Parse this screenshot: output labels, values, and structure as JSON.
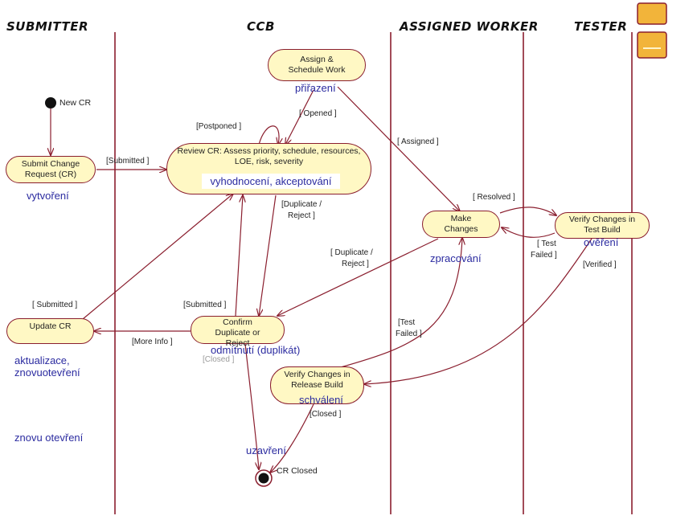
{
  "lanes": {
    "submitter": "SUBMITTER",
    "ccb": "CCB",
    "assigned_worker": "ASSIGNED WORKER",
    "tester": "TESTER"
  },
  "states": {
    "assign": "Assign & Schedule Work",
    "review": "Review CR: Assess priority, schedule, resources, LOE, risk, severity",
    "submit": "Submit Change Request (CR)",
    "make": "Make Changes",
    "verify_test": "Verify Changes in Test Build",
    "update": "Update CR",
    "confirm": "Confirm Duplicate or Reject",
    "verify_release": "Verify Changes in Release Build"
  },
  "nodes": {
    "new_cr": "New CR",
    "cr_closed": "CR Closed"
  },
  "guards": {
    "opened": "[ Opened ]",
    "postponed": "[Postponed ]",
    "assigned": "[ Assigned ]",
    "submitted_top": "[Submitted ]",
    "dup_reject_1a": "[Duplicate /",
    "dup_reject_1b": "Reject ]",
    "resolved": "[ Resolved ]",
    "test_failed_1a": "[ Test",
    "test_failed_1b": "Failed ]",
    "verified": "[Verified ]",
    "dup_reject_2a": "[ Duplicate /",
    "dup_reject_2b": "Reject ]",
    "submitted_left": "[ Submitted ]",
    "submitted_mid": "[Submitted ]",
    "more_info": "[More Info ]",
    "closed_grey": "[Closed ]",
    "test_failed_2a": "[Test",
    "test_failed_2b": "Failed ]",
    "closed_bottom": "[Closed ]"
  },
  "czech_labels": {
    "prirazeni": "přiřazení",
    "vytvoreni": "vytvoření",
    "vyhodnoceni": "vyhodnocení, akceptování",
    "zpracovani": "zpracování",
    "overeni": "ověření",
    "odmitnuti": "odmítnutí (duplikát)",
    "aktualizace_1": "aktualizace,",
    "aktualizace_2": "znovuotevření",
    "schvaleni": "schválení",
    "znovu": "znovu otevření",
    "uzavreni": "uzavření"
  },
  "colors": {
    "state_fill": "#fff8c4",
    "edge": "#8a1e2e",
    "czech_text": "#2b2ba0",
    "icon_fill": "#f2b43a"
  }
}
